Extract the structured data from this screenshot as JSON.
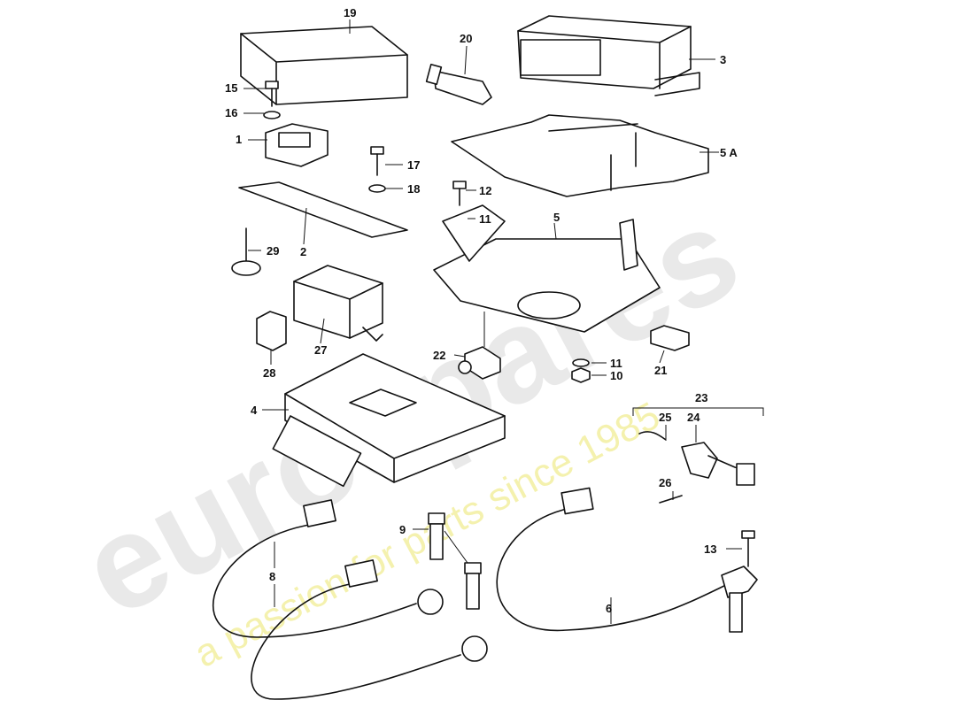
{
  "watermark": {
    "brand": "eurospares",
    "tagline": "a passion for parts since 1985"
  },
  "callouts": {
    "p1": "1",
    "p2": "2",
    "p3": "3",
    "p4": "4",
    "p5": "5",
    "p5a": "5 A",
    "p6": "6",
    "p8": "8",
    "p9": "9",
    "p10": "10",
    "p11a": "11",
    "p11b": "11",
    "p12": "12",
    "p13": "13",
    "p15": "15",
    "p16": "16",
    "p17": "17",
    "p18": "18",
    "p19": "19",
    "p20": "20",
    "p21": "21",
    "p22": "22",
    "p23": "23",
    "p24": "24",
    "p25": "25",
    "p26": "26",
    "p27": "27",
    "p28": "28",
    "p29": "29"
  }
}
